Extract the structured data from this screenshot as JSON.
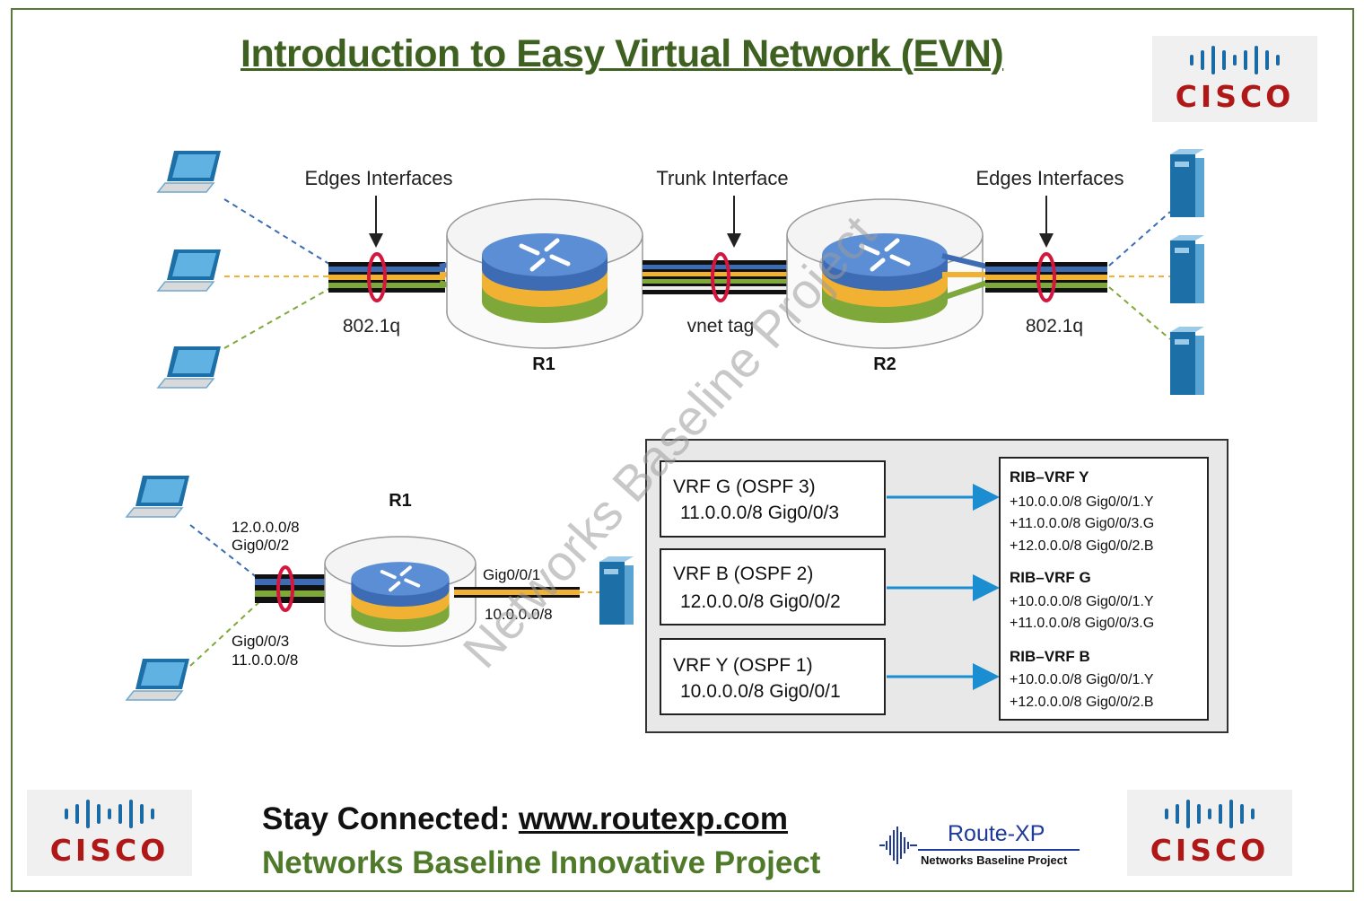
{
  "title": "Introduction to Easy Virtual Network (EVN)",
  "logos": {
    "text": "CISCO"
  },
  "top_diagram": {
    "edge_left_label": "Edges Interfaces",
    "trunk_label": "Trunk Interface",
    "edge_right_label": "Edges Interfaces",
    "left_encap": "802.1q",
    "trunk_encap": "vnet tag",
    "right_encap": "802.1q",
    "router1": "R1",
    "router2": "R2"
  },
  "bottom_diagram": {
    "router": "R1",
    "upper_net": "12.0.0.0/8",
    "upper_if": "Gig0/0/2",
    "lower_if": "Gig0/0/3",
    "lower_net": "11.0.0.0/8",
    "right_if": "Gig0/0/1",
    "right_net": "10.0.0.0/8"
  },
  "vrf_boxes": [
    {
      "title": "VRF G (OSPF 3)",
      "route": "11.0.0.0/8 Gig0/0/3"
    },
    {
      "title": "VRF B (OSPF 2)",
      "route": "12.0.0.0/8 Gig0/0/2"
    },
    {
      "title": "VRF Y (OSPF 1)",
      "route": "10.0.0.0/8 Gig0/0/1"
    }
  ],
  "rib_tables": [
    {
      "title": "RIB–VRF Y",
      "routes": [
        "+10.0.0.0/8 Gig0/0/1.Y",
        "+11.0.0.0/8 Gig0/0/3.G",
        "+12.0.0.0/8 Gig0/0/2.B"
      ]
    },
    {
      "title": "RIB–VRF G",
      "routes": [
        "+10.0.0.0/8 Gig0/0/1.Y",
        "+11.0.0.0/8 Gig0/0/3.G"
      ]
    },
    {
      "title": "RIB–VRF B",
      "routes": [
        "+10.0.0.0/8 Gig0/0/1.Y",
        "+12.0.0.0/8 Gig0/0/2.B"
      ]
    }
  ],
  "watermark": "Networks Baseline Project",
  "footer": {
    "stay_label": "Stay Connected: ",
    "url": "www.routexp.com",
    "project": "Networks Baseline Innovative Project"
  },
  "routexp": {
    "name": "Route-XP",
    "tagline": "Networks Baseline Project"
  },
  "colors": {
    "vrf_blue": "#3d6cb4",
    "vrf_yellow": "#f1b233",
    "vrf_green": "#7fa83a",
    "title_green": "#3e6121",
    "ring_red": "#d3173d"
  }
}
